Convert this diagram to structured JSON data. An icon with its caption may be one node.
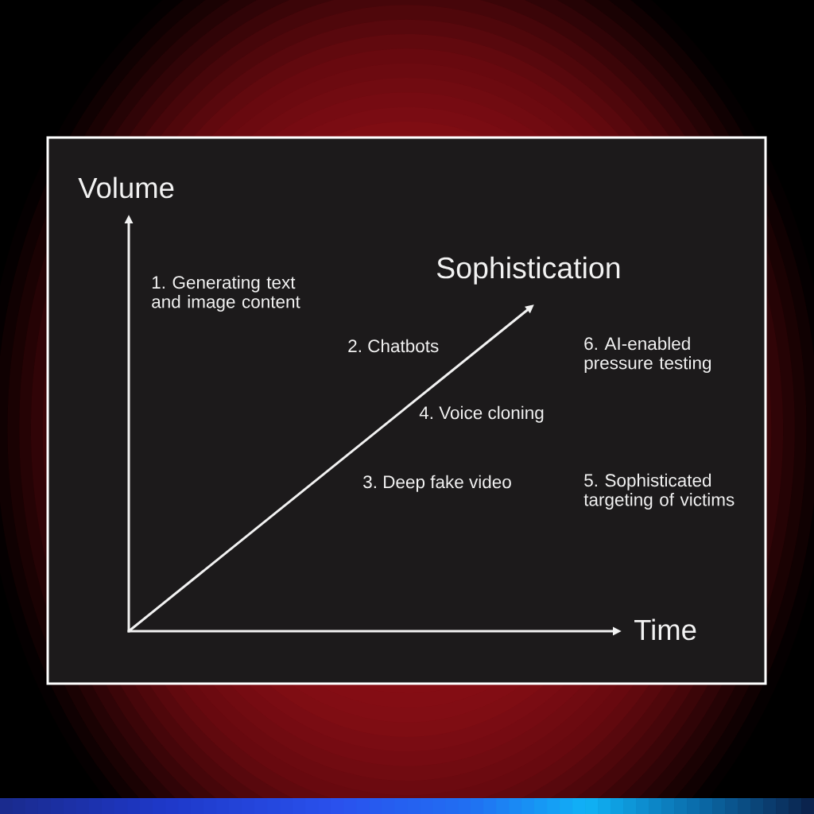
{
  "diagram": {
    "labels": [
      "Volume",
      "Sophistication",
      "1. Generating text and image content",
      "2. Chatbots",
      "6. AI-enabled pressure testing",
      "4. Voice cloning",
      "3. Deep fake video",
      "5. Sophisticated targeting of victims",
      "Time"
    ]
  }
}
